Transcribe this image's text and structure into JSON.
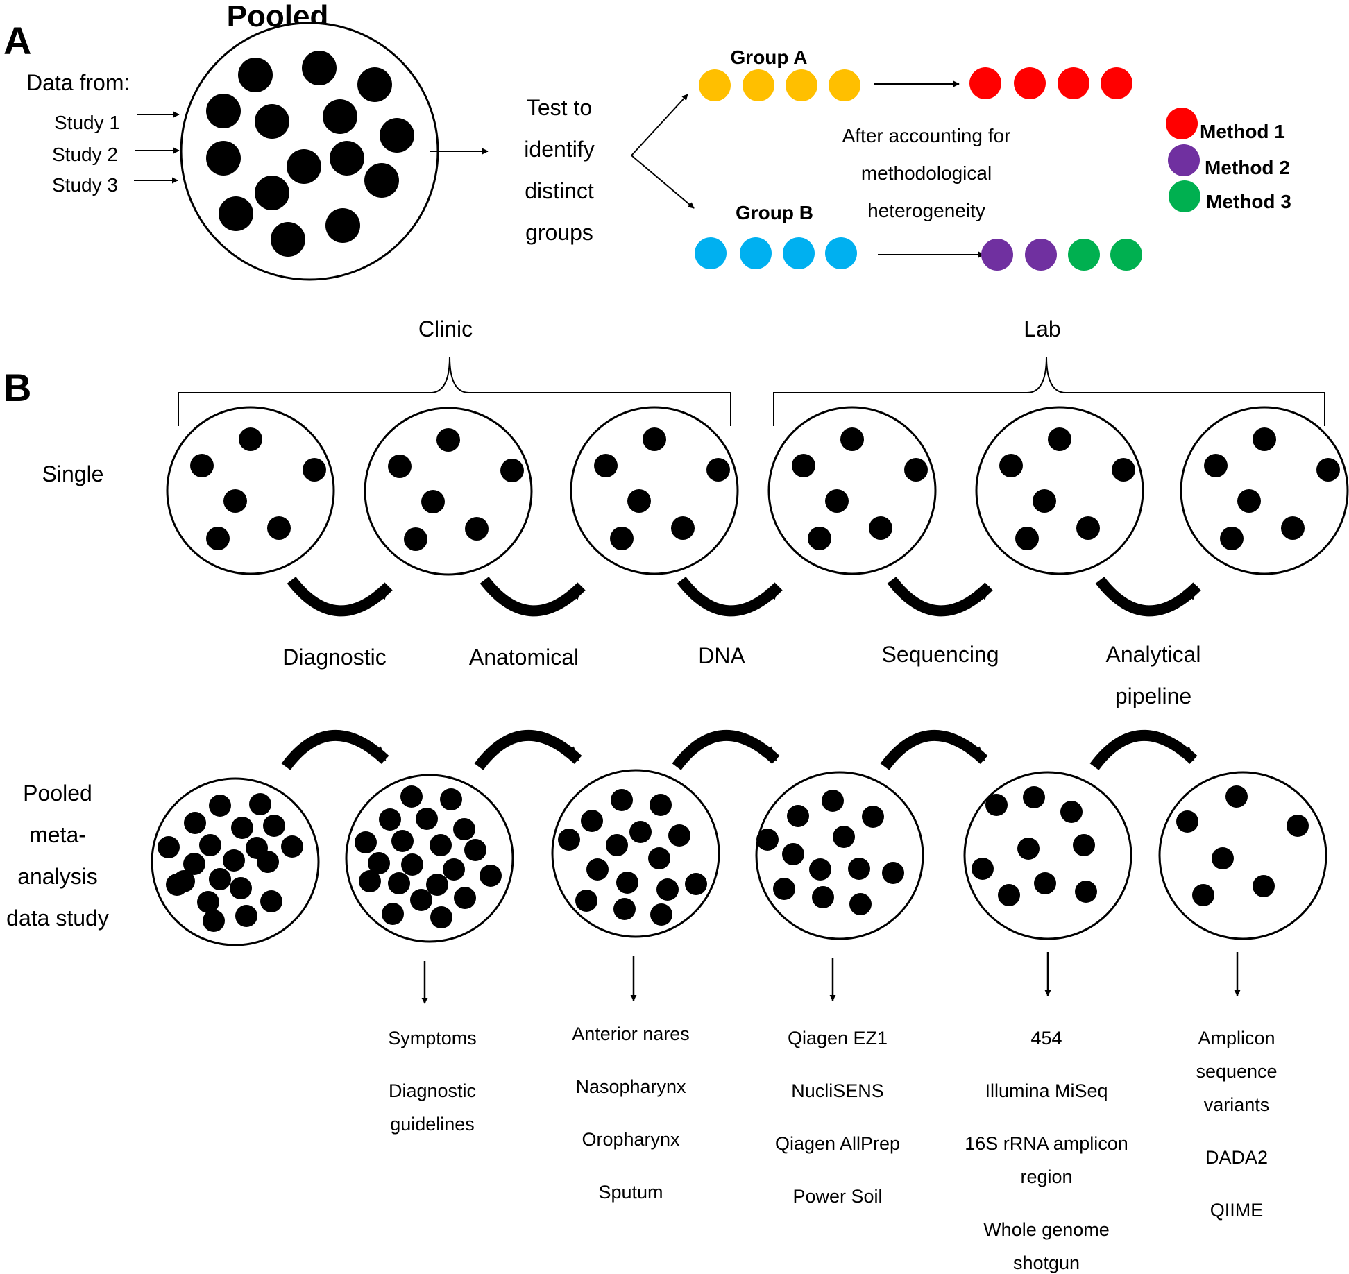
{
  "panel_a": {
    "letter": "A",
    "pooled_title": "Pooled",
    "data_from": "Data from:",
    "studies": [
      "Study 1",
      "Study 2",
      "Study 3"
    ],
    "test_text": [
      "Test to",
      "identify",
      "distinct",
      "groups"
    ],
    "group_a_label": "Group A",
    "group_b_label": "Group B",
    "accounting_text": [
      "After accounting for",
      "methodological",
      "heterogeneity"
    ],
    "group_a_color": "#FFBF00",
    "group_b_color": "#00B0F0",
    "group_a_result_colors": [
      "#FF0000",
      "#FF0000",
      "#FF0000",
      "#FF0000"
    ],
    "group_b_result_colors": [
      "#7030A0",
      "#7030A0",
      "#00B050",
      "#00B050"
    ],
    "legend": [
      {
        "label": "Method 1",
        "color": "#FF0000"
      },
      {
        "label": "Method 2",
        "color": "#7030A0"
      },
      {
        "label": "Method 3",
        "color": "#00B050"
      }
    ]
  },
  "panel_b": {
    "letter": "B",
    "clinic_label": "Clinic",
    "lab_label": "Lab",
    "single_label": "Single",
    "pooled_label": [
      "Pooled",
      "meta-",
      "analysis",
      "data study"
    ],
    "steps": [
      {
        "label": [
          "Diagnostic"
        ],
        "details": [
          "Symptoms",
          "Diagnostic",
          "guidelines"
        ]
      },
      {
        "label": [
          "Anatomical"
        ],
        "details": [
          "Anterior nares",
          "Nasopharynx",
          "Oropharynx",
          "Sputum"
        ]
      },
      {
        "label": [
          "DNA"
        ],
        "details": [
          "Qiagen EZ1",
          "NucliSENS",
          "Qiagen AllPrep",
          "Power Soil"
        ]
      },
      {
        "label": [
          "Sequencing"
        ],
        "details": [
          "454",
          "Illumina MiSeq",
          "16S rRNA amplicon",
          "region",
          "Whole genome",
          "shotgun"
        ]
      },
      {
        "label": [
          "Analytical",
          "pipeline"
        ],
        "details": [
          "Amplicon",
          "sequence",
          "variants",
          "DADA2",
          "QIIME"
        ]
      }
    ]
  }
}
